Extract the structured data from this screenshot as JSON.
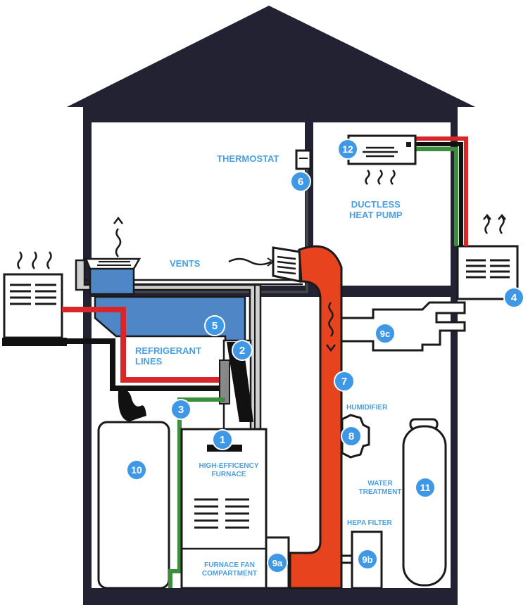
{
  "colors": {
    "house": "#222233",
    "outline": "#1a1a1a",
    "duct": "#e8431f",
    "refrigerant_hot": "#d8262b",
    "refrigerant_cold": "#111111",
    "gas_line": "#3c8f3a",
    "blue_duct": "#4f86c6",
    "label": "#4a9fe0",
    "badge": "#3f98e6"
  },
  "labels": {
    "thermostat": "THERMOSTAT",
    "vents": "VENTS",
    "ductless": "DUCTLESS\nHEAT PUMP",
    "refrigerant": "REFRIGERANT\nLINES",
    "furnace": "HIGH-EFFICENCY\nFURNACE",
    "fan": "FURNACE FAN\nCOMPARTMENT",
    "humidifier": "HUMIDIFIER",
    "water": "WATER\nTREATMENT",
    "hepa": "HEPA FILTER"
  },
  "badges": {
    "b1": "1",
    "b2": "2",
    "b3": "3",
    "b4": "4",
    "b5": "5",
    "b6": "6",
    "b7": "7",
    "b8": "8",
    "b9a": "9a",
    "b9b": "9b",
    "b9c": "9c",
    "b10": "10",
    "b11": "11",
    "b12": "12"
  }
}
